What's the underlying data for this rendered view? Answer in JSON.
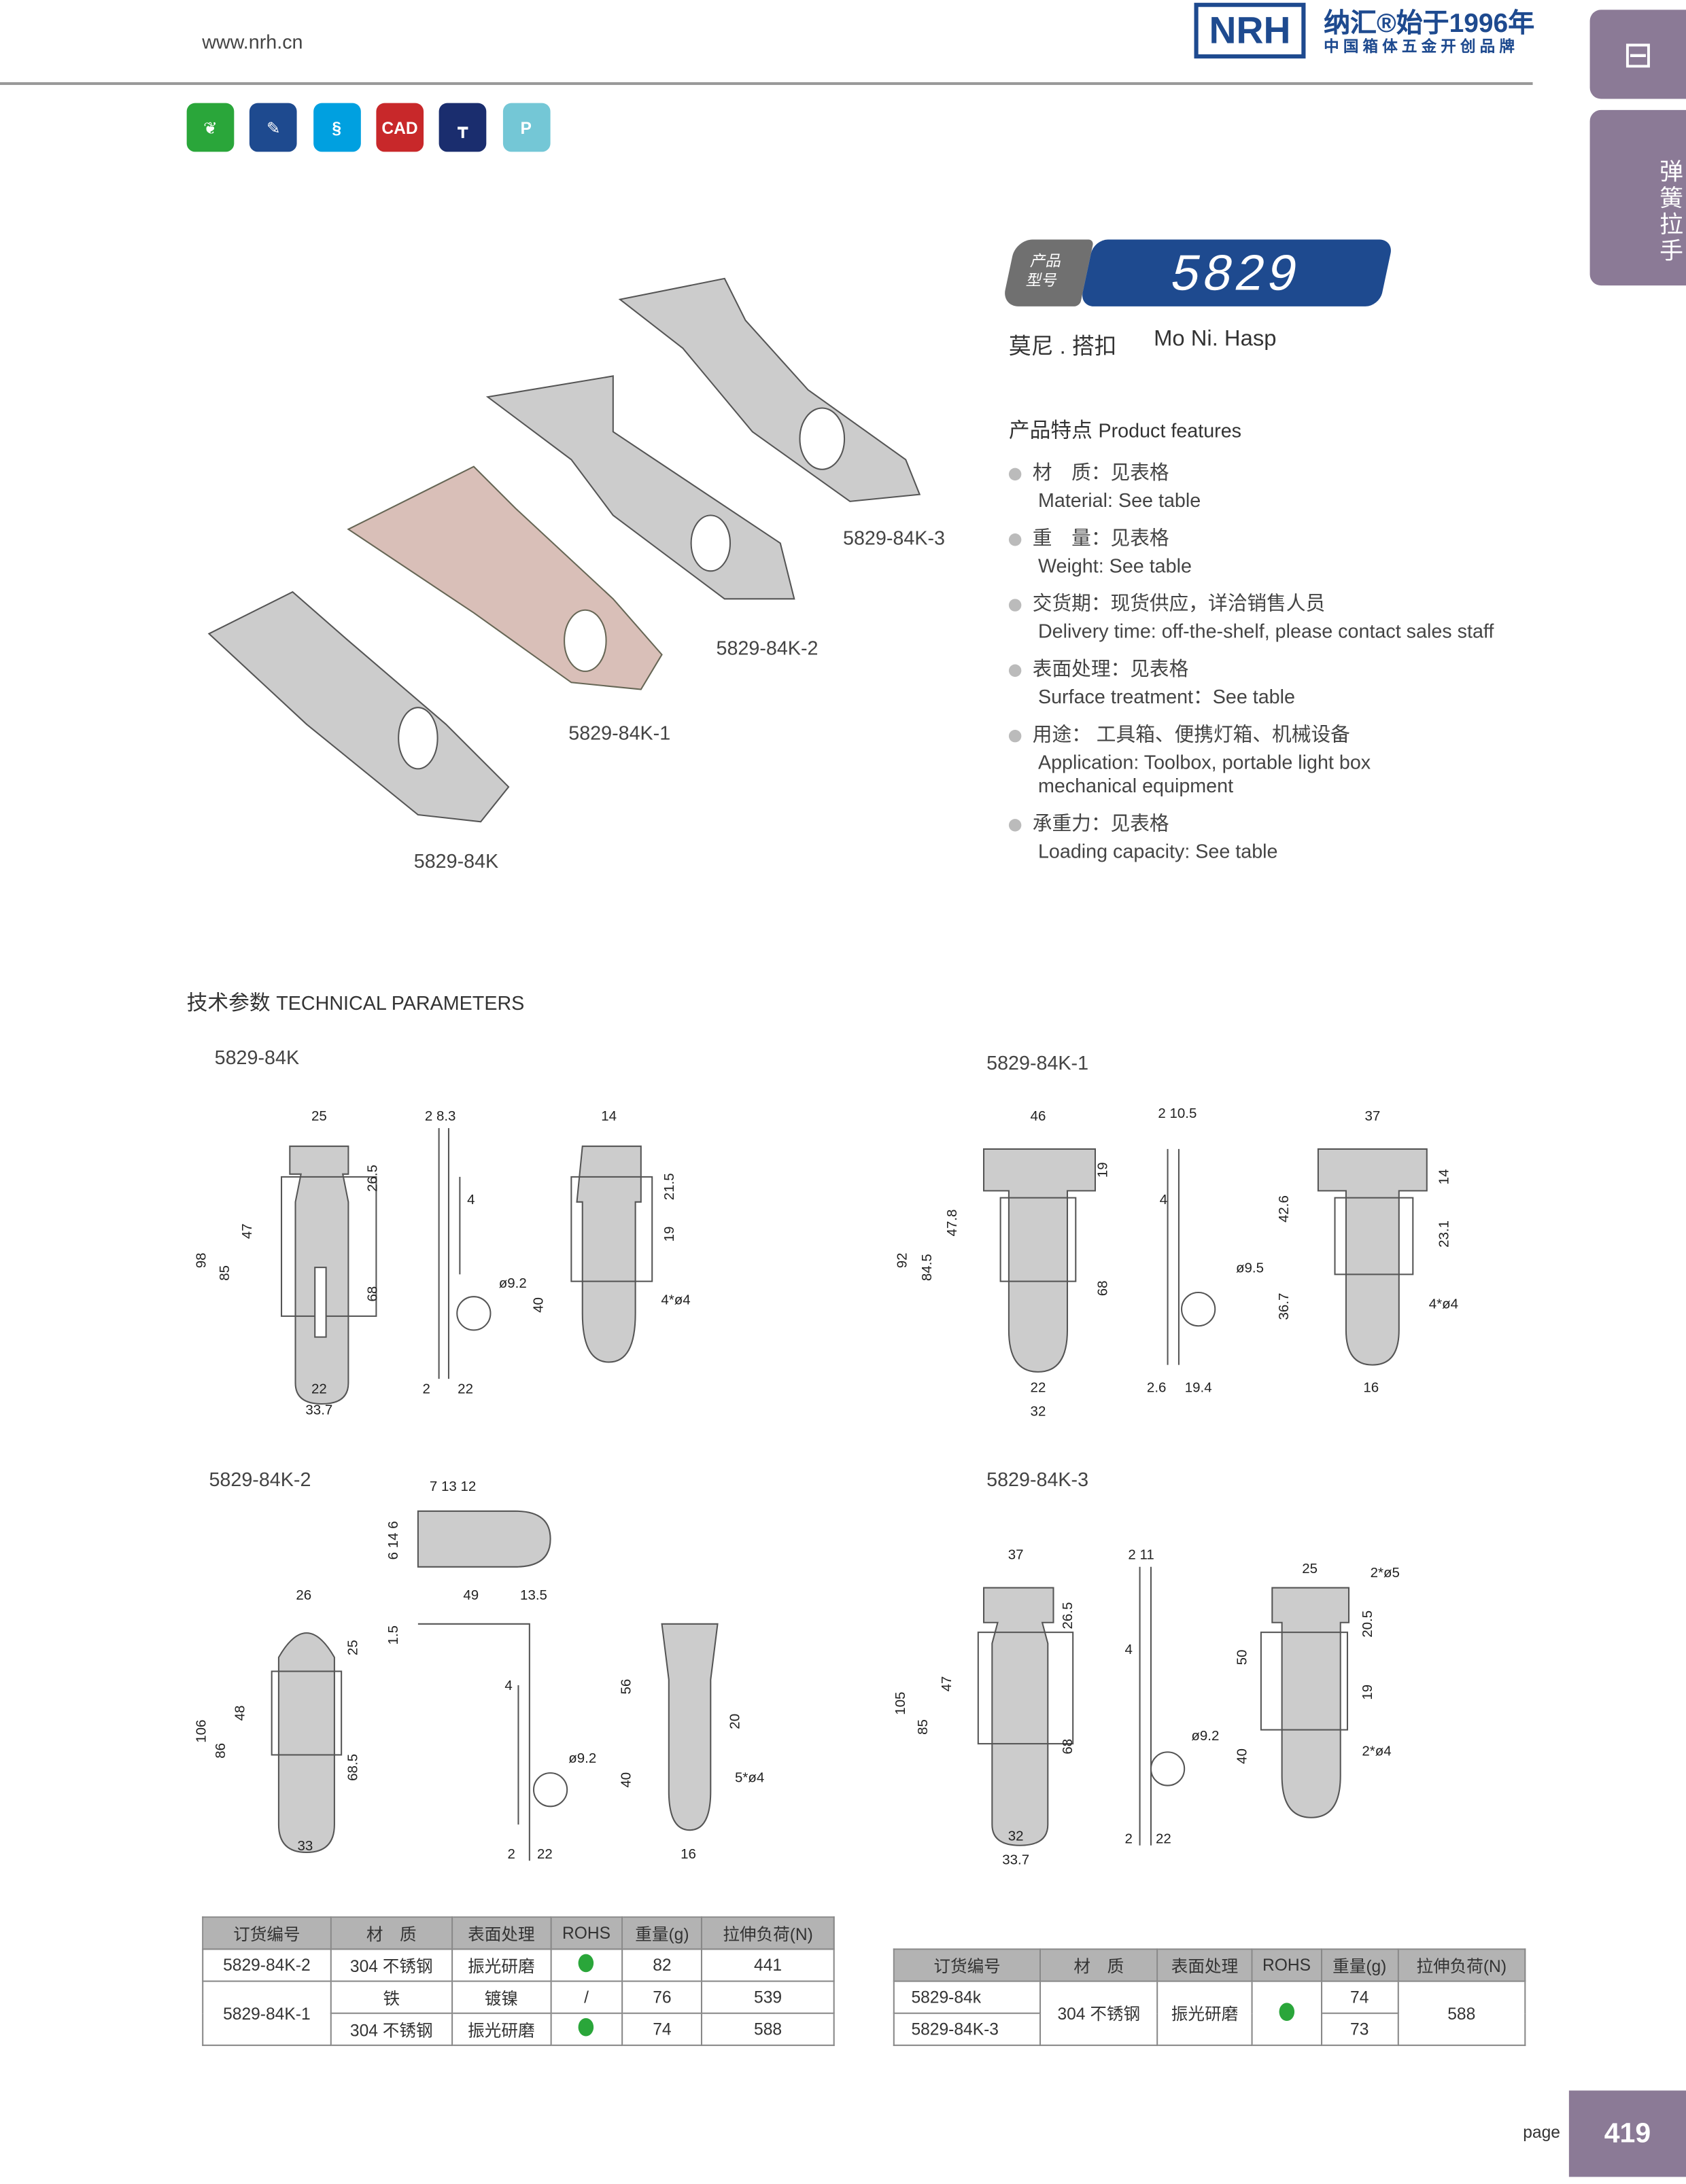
{
  "header": {
    "url": "www.nrh.cn",
    "logo": "NRH",
    "slogan": "纳汇®始于1996年",
    "slogan_sub": "中国箱体五金开创品牌"
  },
  "side_tabs": {
    "icon": "latch-icon",
    "category": "弹簧拉手"
  },
  "feature_icons": [
    {
      "name": "eco-icon",
      "color": "#2aa63a",
      "glyph": "❦"
    },
    {
      "name": "tools-icon",
      "color": "#1e4a8f",
      "glyph": "✎"
    },
    {
      "name": "spring-icon",
      "color": "#00a0e0",
      "glyph": "§"
    },
    {
      "name": "cad-icon",
      "color": "#c8282a",
      "glyph": "CAD"
    },
    {
      "name": "screw-icon",
      "color": "#1a2d6e",
      "glyph": "┳"
    },
    {
      "name": "p-icon",
      "color": "#74c7d6",
      "glyph": "P"
    }
  ],
  "product": {
    "label": "产品\n型号",
    "number": "5829",
    "name_cn": "莫尼 . 搭扣",
    "name_en": "Mo Ni. Hasp"
  },
  "features": {
    "title_cn": "产品特点",
    "title_en": "Product features",
    "items": [
      {
        "cn": "材　质：见表格",
        "en": "Material: See table"
      },
      {
        "cn": "重　量：见表格",
        "en": " Weight: See table"
      },
      {
        "cn": "交货期：现货供应，详洽销售人员",
        "en": "Delivery time: off-the-shelf, please contact sales staff"
      },
      {
        "cn": "表面处理：见表格",
        "en": "Surface treatment：See table"
      },
      {
        "cn": "用途：  工具箱、便携灯箱、机械设备",
        "en": "Application: Toolbox, portable light box\nmechanical equipment"
      },
      {
        "cn": "承重力：见表格",
        "en": "Loading capacity: See table"
      }
    ]
  },
  "photo_captions": [
    "5829-84K",
    "5829-84K-1",
    "5829-84K-2",
    "5829-84K-3"
  ],
  "tech": {
    "title_cn": "技术参数",
    "title_en": "TECHNICAL PARAMETERS"
  },
  "drawings": [
    {
      "title": "5829-84K",
      "dims": [
        "25",
        "2  8.3",
        "14",
        "26.5",
        "47",
        "98",
        "85",
        "68",
        "4",
        "ø9.2",
        "21.5",
        "19",
        "4*ø4",
        "40",
        "22",
        "33.7",
        "2",
        "22"
      ]
    },
    {
      "title": "5829-84K-1",
      "dims": [
        "46",
        "2  10.5",
        "37",
        "19",
        "47.8",
        "92",
        "84.5",
        "4",
        "ø9.5",
        "42.6",
        "14",
        "23.1",
        "68",
        "4*ø4",
        "36.7",
        "22",
        "32",
        "2.6",
        "19.4",
        "16"
      ]
    },
    {
      "title": "5829-84K-2",
      "dims": [
        "7  13  12",
        "6  14  6",
        "26",
        "49",
        "13.5",
        "25",
        "1.5",
        "4",
        "56",
        "48",
        "106",
        "86",
        "20",
        "ø9.2",
        "68.5",
        "5*ø4",
        "40",
        "33",
        "2",
        "22",
        "16"
      ]
    },
    {
      "title": "5829-84K-3",
      "dims": [
        "37",
        "2  11",
        "25",
        "2*ø5",
        "26.5",
        "20.5",
        "50",
        "4",
        "47",
        "19",
        "105",
        "85",
        "ø9.2",
        "68",
        "2*ø4",
        "40",
        "32",
        "2",
        "22",
        "33.7"
      ]
    }
  ],
  "table_headers": [
    "订货编号",
    "材　质",
    "表面处理",
    "ROHS",
    "重量(g)",
    "拉伸负荷(N)"
  ],
  "table1": {
    "rows": [
      [
        "5829-84K-2",
        "304 不锈钢",
        "振光研磨",
        "●",
        "82",
        "441"
      ],
      [
        "5829-84K-1",
        "铁",
        "镀镍",
        "/",
        "76",
        "539"
      ],
      [
        "",
        "304 不锈钢",
        "振光研磨",
        "●",
        "74",
        "588"
      ]
    ]
  },
  "table2": {
    "rows": [
      [
        "5829-84k",
        "304 不锈钢",
        "振光研磨",
        "●",
        "74",
        "588"
      ],
      [
        "5829-84K-3",
        "",
        "",
        "",
        "73",
        ""
      ]
    ]
  },
  "rohs_color": "#2aa63a",
  "footer": {
    "page_word": "page",
    "page_number": "419"
  }
}
